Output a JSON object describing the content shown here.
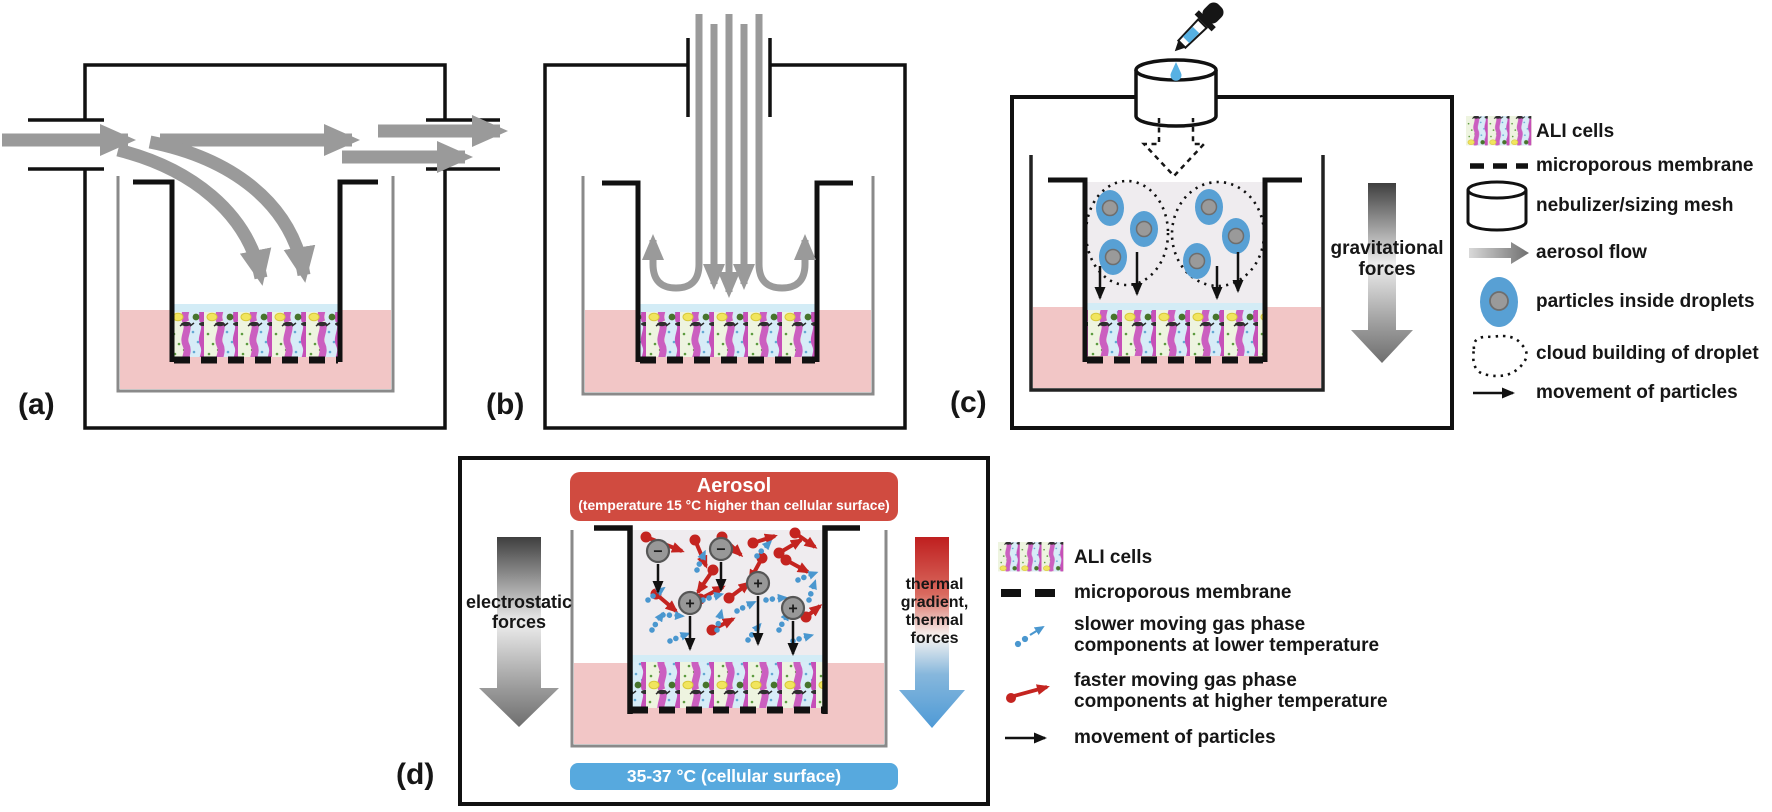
{
  "panel_labels": {
    "a": "(a)",
    "b": "(b)",
    "c": "(c)",
    "d": "(d)"
  },
  "panel_c": {
    "force_label": "gravitational\nforces"
  },
  "panel_d": {
    "banner_top_title": "Aerosol",
    "banner_top_subtitle": "(temperature 15 °C higher than cellular surface)",
    "banner_bottom": "35-37 °C (cellular surface)",
    "force_left": "electrostatic\nforces",
    "force_right": "thermal\ngradient,\nthermal\nforces",
    "charges": [
      {
        "sign": "−"
      },
      {
        "sign": "−"
      },
      {
        "sign": "+"
      },
      {
        "sign": "+"
      },
      {
        "sign": "+"
      }
    ]
  },
  "legend_top": {
    "items": [
      {
        "icon": "ali-cells-icon",
        "label": "ALI cells"
      },
      {
        "icon": "microporous-membrane-icon",
        "label": "microporous membrane"
      },
      {
        "icon": "nebulizer-icon",
        "label": "nebulizer/sizing mesh"
      },
      {
        "icon": "aerosol-flow-icon",
        "label": "aerosol flow"
      },
      {
        "icon": "particle-droplet-icon",
        "label": "particles inside droplets"
      },
      {
        "icon": "droplet-cloud-icon",
        "label": "cloud building of droplet"
      },
      {
        "icon": "movement-arrow-icon",
        "label": "movement of particles"
      }
    ]
  },
  "legend_bottom": {
    "items": [
      {
        "icon": "ali-cells-icon",
        "label": "ALI cells"
      },
      {
        "icon": "microporous-membrane-icon",
        "label": "microporous membrane"
      },
      {
        "icon": "slower-gas-icon",
        "label": "slower moving gas phase\ncomponents at lower temperature"
      },
      {
        "icon": "faster-gas-icon",
        "label": "faster moving gas phase\ncomponents at higher temperature"
      },
      {
        "icon": "movement-arrow-icon",
        "label": "movement of particles"
      }
    ]
  },
  "colors": {
    "medium_pink": "#f2c6c6",
    "aerosol_red": "#d04b40",
    "surface_blue": "#57a9de",
    "flow_gray": "#9a9a9a",
    "droplet_blue": "#58a0d4",
    "fast_red": "#c42420",
    "slow_blue": "#4a97cf"
  }
}
